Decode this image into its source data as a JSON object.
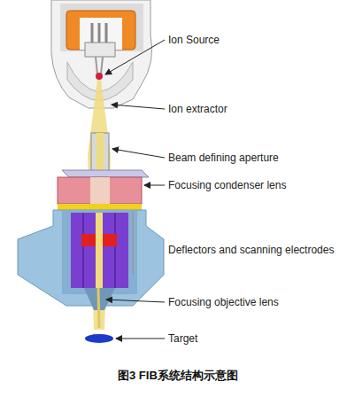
{
  "diagram": {
    "caption": "图3 FIB系统结构示意图",
    "labels": [
      "Ion Source",
      "Ion extractor",
      "Beam defining aperture",
      "Focusing condenser lens",
      "Deflectors and scanning electrodes",
      "Focusing objective lens",
      "Target"
    ]
  }
}
